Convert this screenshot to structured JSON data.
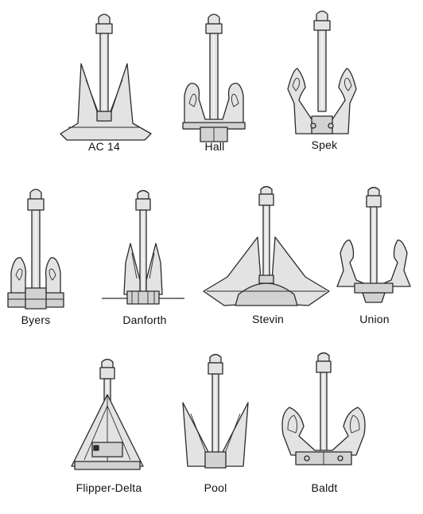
{
  "anchors": [
    {
      "name": "AC 14"
    },
    {
      "name": "Hall"
    },
    {
      "name": "Spek"
    },
    {
      "name": "Byers"
    },
    {
      "name": "Danforth"
    },
    {
      "name": "Stevin"
    },
    {
      "name": "Union"
    },
    {
      "name": "Flipper-Delta"
    },
    {
      "name": "Pool"
    },
    {
      "name": "Baldt"
    }
  ]
}
